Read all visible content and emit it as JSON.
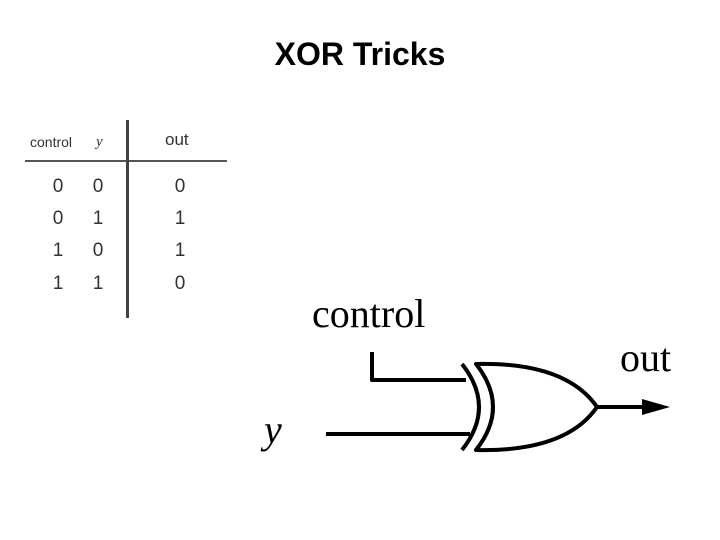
{
  "title": "XOR Tricks",
  "truth_table": {
    "headers": [
      "control",
      "y",
      "out"
    ],
    "rows": [
      [
        "0",
        "0",
        "0"
      ],
      [
        "0",
        "1",
        "1"
      ],
      [
        "1",
        "0",
        "1"
      ],
      [
        "1",
        "1",
        "0"
      ]
    ]
  },
  "diagram": {
    "gate_type": "xor",
    "input_labels": [
      "control",
      "y"
    ],
    "output_label": "out"
  }
}
